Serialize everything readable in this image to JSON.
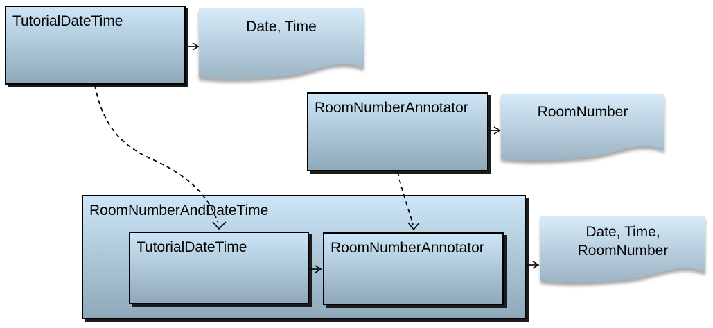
{
  "diagram": {
    "nodes": [
      {
        "id": "tutorial-datetime",
        "label": "TutorialDateTime"
      },
      {
        "id": "roomnumber-annotator",
        "label": "RoomNumberAnnotator"
      },
      {
        "id": "aggregate",
        "label": "RoomNumberAndDateTime"
      },
      {
        "id": "inner-tutorial-datetime",
        "label": "TutorialDateTime"
      },
      {
        "id": "inner-roomnumber-annotator",
        "label": "RoomNumberAnnotator"
      }
    ],
    "documents": [
      {
        "id": "doc-date-time",
        "label": "Date, Time"
      },
      {
        "id": "doc-roomnumber",
        "label": "RoomNumber"
      },
      {
        "id": "doc-date-time-roomnumber",
        "label": "Date, Time,\nRoomNumber"
      }
    ],
    "colors": {
      "box_gradient_top": "#cce5f7",
      "box_gradient_bottom": "#8fa9ba",
      "doc_gradient_top": "#d7ebfa",
      "doc_gradient_bottom": "#9cb4c4",
      "border": "#000000",
      "shadow": "#1c1c1c",
      "arrow": "#000000",
      "background": "#ffffff"
    }
  }
}
